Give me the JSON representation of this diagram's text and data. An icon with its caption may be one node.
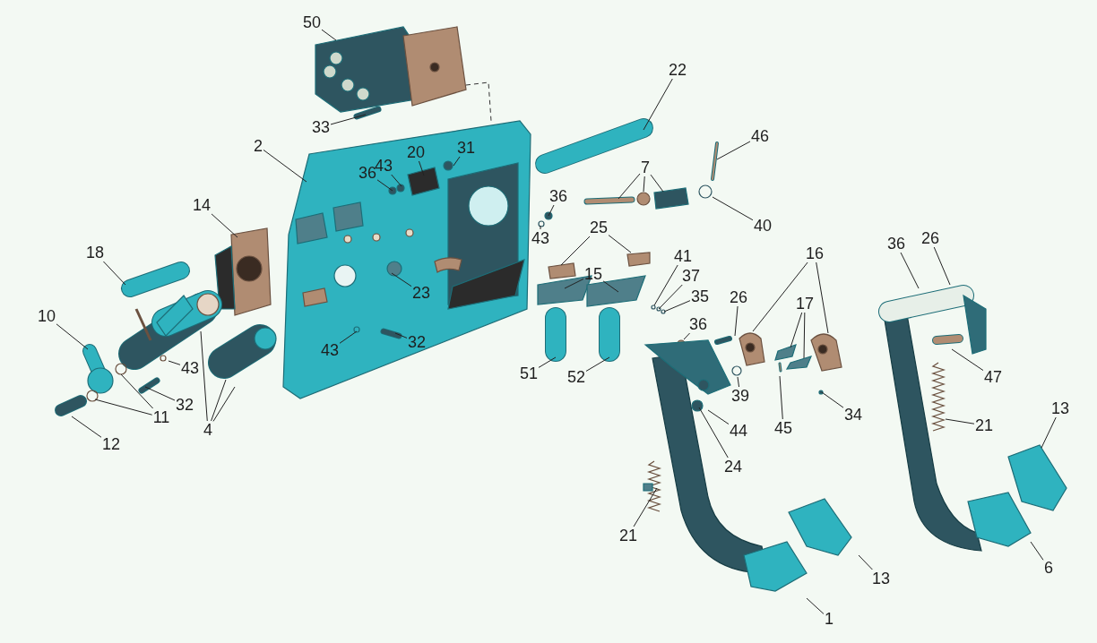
{
  "diagram": {
    "nodes": [
      {
        "text": [
          "50"
        ]
      },
      {
        "text": [
          "33"
        ]
      },
      {
        "text": [
          "2"
        ]
      },
      {
        "text": [
          "36"
        ]
      },
      {
        "text": [
          "43"
        ]
      },
      {
        "text": [
          "20"
        ]
      },
      {
        "text": [
          "31"
        ]
      },
      {
        "text": [
          "14"
        ]
      },
      {
        "text": [
          "18"
        ]
      },
      {
        "text": [
          "23"
        ]
      },
      {
        "text": [
          "10"
        ]
      },
      {
        "text": [
          "11"
        ]
      },
      {
        "text": [
          "12"
        ]
      },
      {
        "text": [
          "32"
        ]
      },
      {
        "text": [
          "43"
        ]
      },
      {
        "text": [
          "4"
        ]
      },
      {
        "text": [
          "43"
        ]
      },
      {
        "text": [
          "32"
        ]
      },
      {
        "text": [
          "51"
        ]
      },
      {
        "text": [
          "52"
        ]
      },
      {
        "text": [
          "22"
        ]
      },
      {
        "text": [
          "46"
        ]
      },
      {
        "text": [
          "7"
        ]
      },
      {
        "text": [
          "40"
        ]
      },
      {
        "text": [
          "36"
        ]
      },
      {
        "text": [
          "43"
        ]
      },
      {
        "text": [
          "25"
        ]
      },
      {
        "text": [
          "15"
        ]
      },
      {
        "text": [
          "41"
        ]
      },
      {
        "text": [
          "37"
        ]
      },
      {
        "text": [
          "35"
        ]
      },
      {
        "text": [
          "26"
        ]
      },
      {
        "text": [
          "36"
        ]
      },
      {
        "text": [
          "16"
        ]
      },
      {
        "text": [
          "17"
        ]
      },
      {
        "text": [
          "39"
        ]
      },
      {
        "text": [
          "45"
        ]
      },
      {
        "text": [
          "34"
        ]
      },
      {
        "text": [
          "44"
        ]
      },
      {
        "text": [
          "24"
        ]
      },
      {
        "text": [
          "36"
        ]
      },
      {
        "text": [
          "26"
        ]
      },
      {
        "text": [
          "47"
        ]
      },
      {
        "text": [
          "21"
        ]
      },
      {
        "text": [
          "13"
        ]
      },
      {
        "text": [
          "21"
        ]
      },
      {
        "text": [
          "13"
        ]
      },
      {
        "text": [
          "6"
        ]
      },
      {
        "text": [
          "1"
        ]
      }
    ],
    "edges": [
      {
        "from": 0,
        "to": null,
        "arrow": "none"
      },
      {
        "from": 1,
        "to": null,
        "arrow": "none"
      },
      {
        "from": 2,
        "to": null,
        "arrow": "none"
      },
      {
        "from": 3,
        "to": null,
        "arrow": "none"
      },
      {
        "from": 4,
        "to": null,
        "arrow": "none"
      },
      {
        "from": 5,
        "to": null,
        "arrow": "none"
      },
      {
        "from": 6,
        "to": null,
        "arrow": "none"
      },
      {
        "from": 7,
        "to": null,
        "arrow": "none"
      },
      {
        "from": 8,
        "to": null,
        "arrow": "none"
      },
      {
        "from": 9,
        "to": null,
        "arrow": "none"
      },
      {
        "from": 10,
        "to": null,
        "arrow": "none"
      },
      {
        "from": 11,
        "to": null,
        "arrow": "none"
      },
      {
        "from": 11,
        "to": null,
        "arrow": "none"
      },
      {
        "from": 12,
        "to": null,
        "arrow": "none"
      },
      {
        "from": 13,
        "to": null,
        "arrow": "none"
      },
      {
        "from": 14,
        "to": null,
        "arrow": "none"
      },
      {
        "from": 15,
        "to": null,
        "arrow": "none"
      },
      {
        "from": 15,
        "to": null,
        "arrow": "none"
      },
      {
        "from": 15,
        "to": null,
        "arrow": "none"
      },
      {
        "from": 16,
        "to": null,
        "arrow": "none"
      },
      {
        "from": 17,
        "to": null,
        "arrow": "none"
      },
      {
        "from": 18,
        "to": null,
        "arrow": "none"
      },
      {
        "from": 19,
        "to": null,
        "arrow": "none"
      },
      {
        "from": 20,
        "to": null,
        "arrow": "none"
      },
      {
        "from": 21,
        "to": null,
        "arrow": "none"
      },
      {
        "from": 22,
        "to": null,
        "arrow": "none"
      },
      {
        "from": 22,
        "to": null,
        "arrow": "none"
      },
      {
        "from": 22,
        "to": null,
        "arrow": "none"
      },
      {
        "from": 23,
        "to": null,
        "arrow": "none"
      },
      {
        "from": 24,
        "to": null,
        "arrow": "none"
      },
      {
        "from": 25,
        "to": null,
        "arrow": "none"
      },
      {
        "from": 26,
        "to": null,
        "arrow": "none"
      },
      {
        "from": 26,
        "to": null,
        "arrow": "none"
      },
      {
        "from": 27,
        "to": null,
        "arrow": "none"
      },
      {
        "from": 27,
        "to": null,
        "arrow": "none"
      },
      {
        "from": 28,
        "to": null,
        "arrow": "none"
      },
      {
        "from": 29,
        "to": null,
        "arrow": "none"
      },
      {
        "from": 30,
        "to": null,
        "arrow": "none"
      },
      {
        "from": 31,
        "to": null,
        "arrow": "none"
      },
      {
        "from": 32,
        "to": null,
        "arrow": "none"
      },
      {
        "from": 33,
        "to": null,
        "arrow": "none"
      },
      {
        "from": 33,
        "to": null,
        "arrow": "none"
      },
      {
        "from": 34,
        "to": null,
        "arrow": "none"
      },
      {
        "from": 34,
        "to": null,
        "arrow": "none"
      },
      {
        "from": 35,
        "to": null,
        "arrow": "none"
      },
      {
        "from": 36,
        "to": null,
        "arrow": "none"
      },
      {
        "from": 37,
        "to": null,
        "arrow": "none"
      },
      {
        "from": 38,
        "to": null,
        "arrow": "none"
      },
      {
        "from": 39,
        "to": null,
        "arrow": "none"
      },
      {
        "from": 40,
        "to": null,
        "arrow": "none"
      },
      {
        "from": 41,
        "to": null,
        "arrow": "none"
      },
      {
        "from": 42,
        "to": null,
        "arrow": "none"
      },
      {
        "from": 43,
        "to": null,
        "arrow": "none"
      },
      {
        "from": 44,
        "to": null,
        "arrow": "none"
      },
      {
        "from": 45,
        "to": null,
        "arrow": "none"
      },
      {
        "from": 46,
        "to": null,
        "arrow": "none"
      },
      {
        "from": 47,
        "to": null,
        "arrow": "none"
      },
      {
        "from": 48,
        "to": null,
        "arrow": "none"
      }
    ]
  }
}
